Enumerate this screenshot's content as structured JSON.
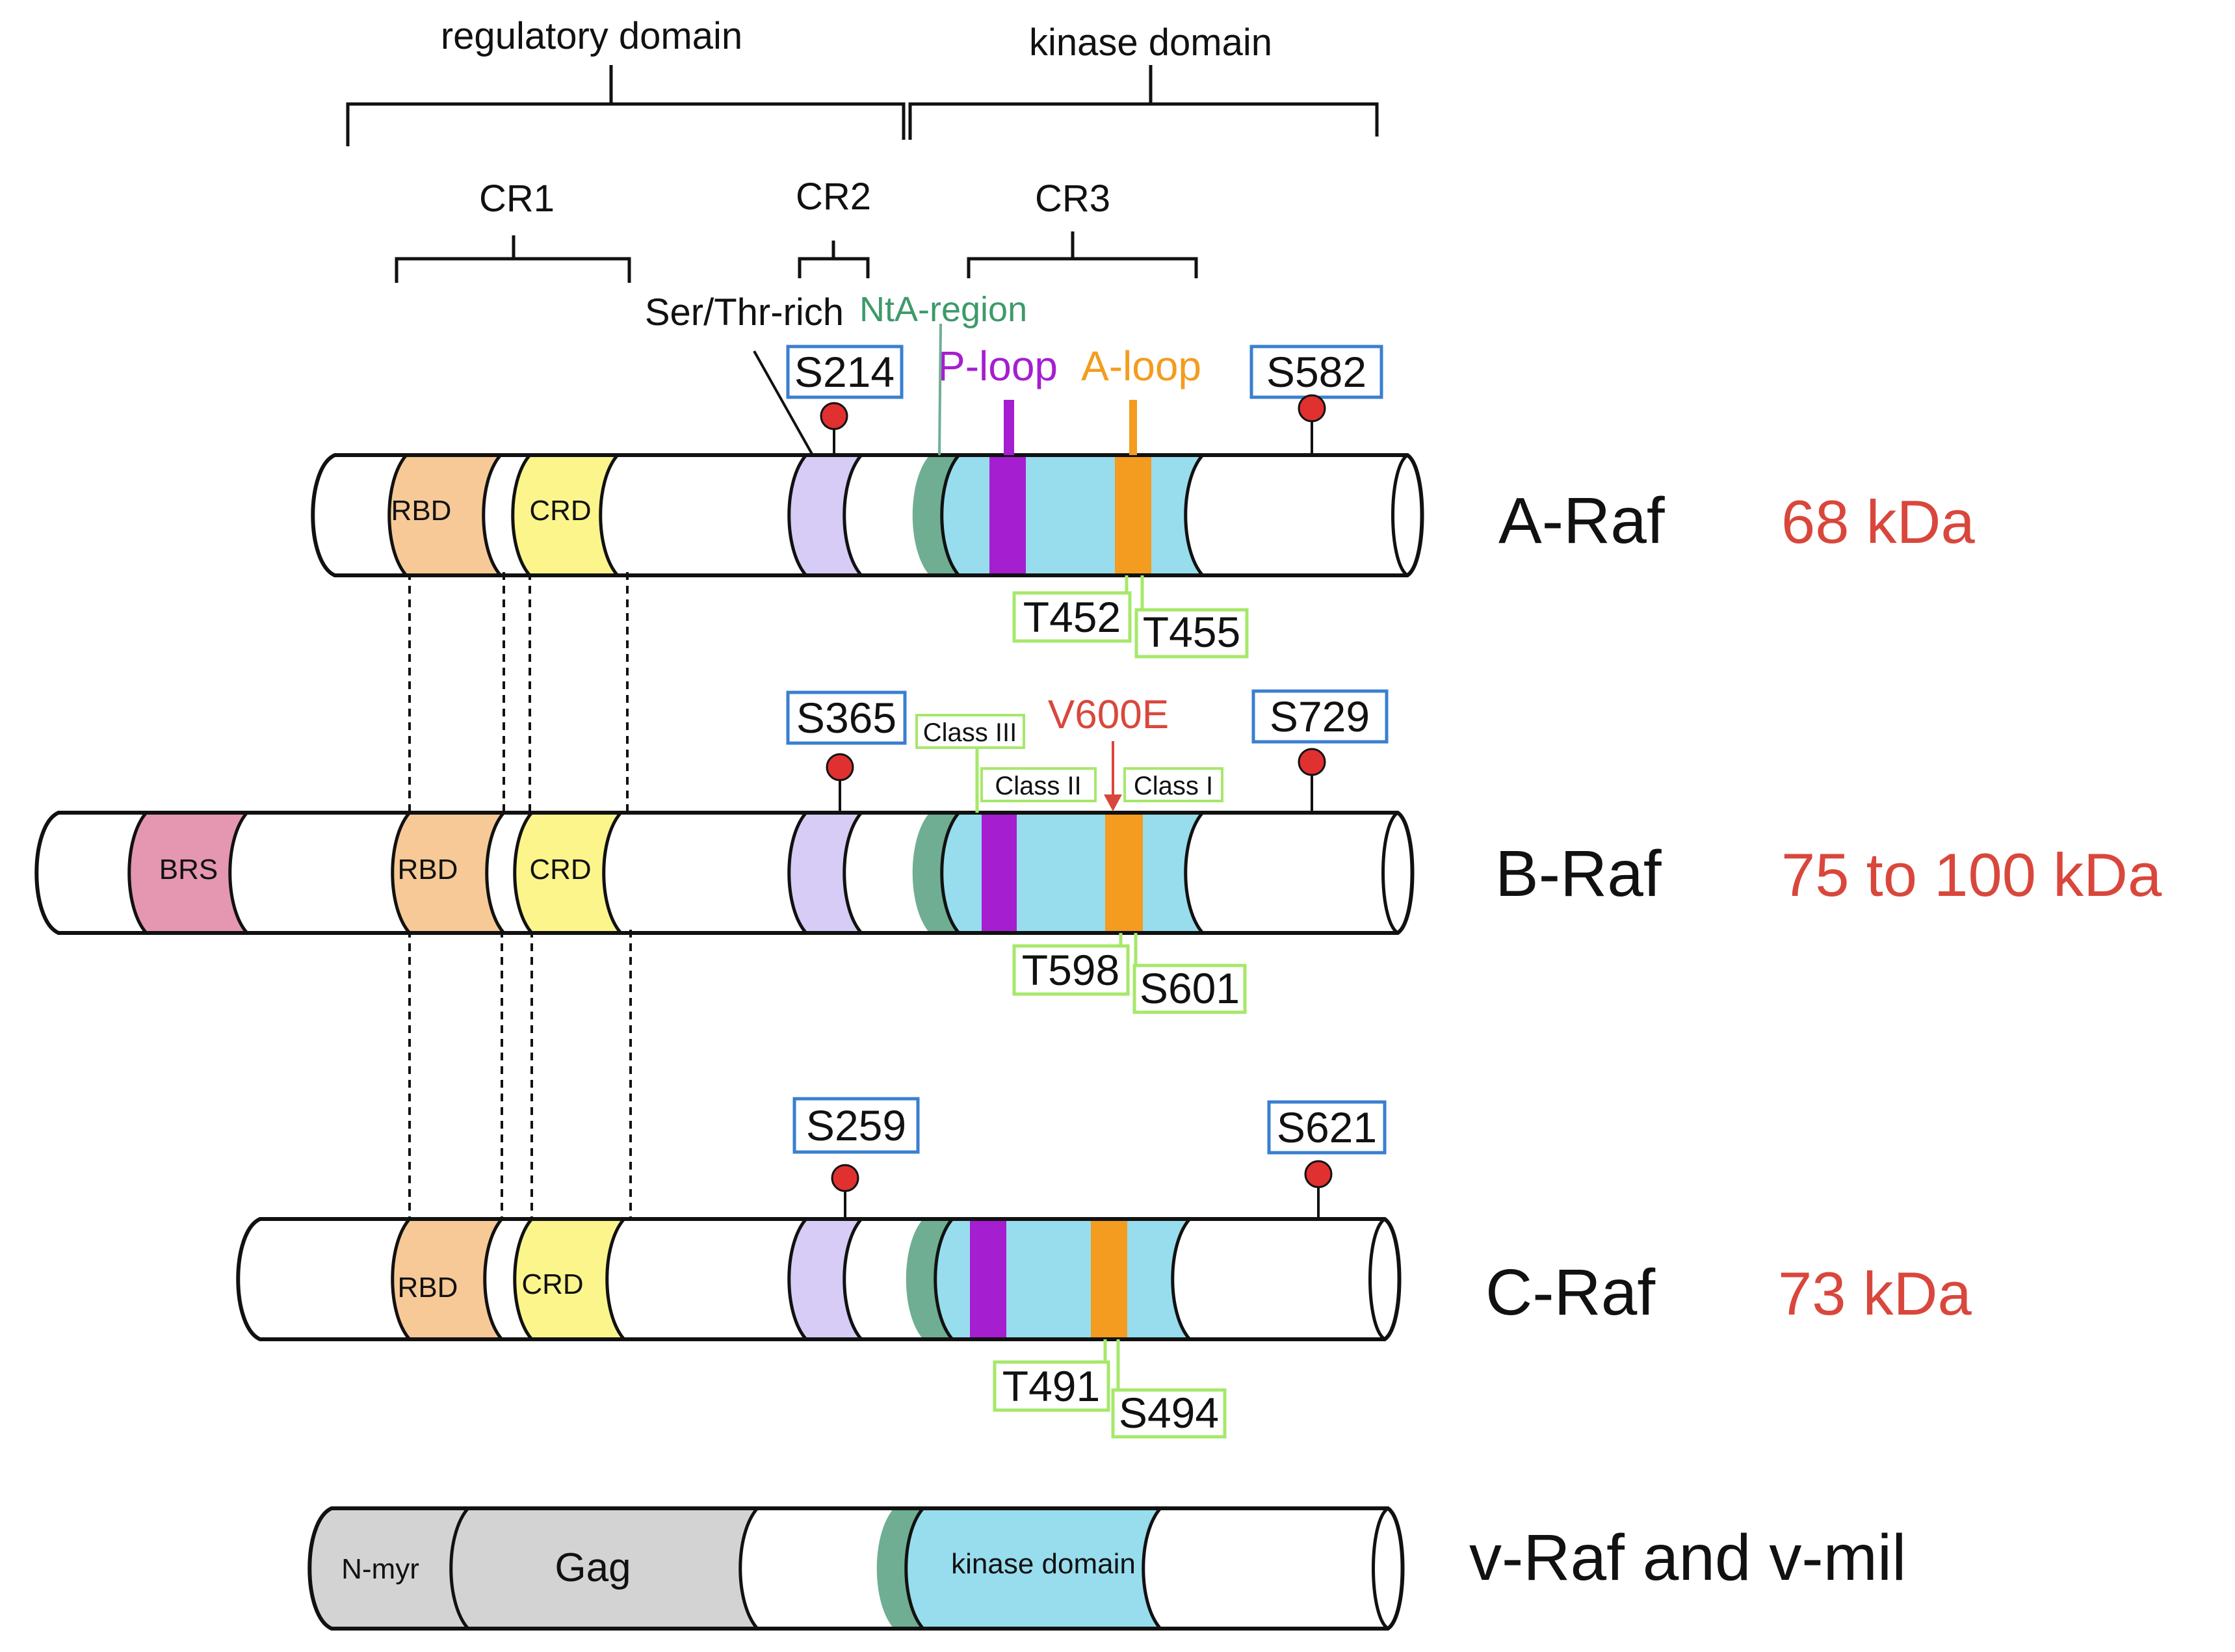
{
  "header": {
    "regulatory_domain": "regulatory domain",
    "kinase_domain": "kinase domain",
    "cr1": "CR1",
    "cr2": "CR2",
    "cr3": "CR3",
    "ser_thr_rich": "Ser/Thr-rich",
    "nta_region": "NtA-region",
    "p_loop": "P-loop",
    "a_loop": "A-loop"
  },
  "domains": {
    "rbd": "RBD",
    "crd": "CRD",
    "brs": "BRS",
    "n_myr": "N-myr",
    "gag": "Gag",
    "kinase": "kinase domain"
  },
  "proteins": [
    {
      "name": "A-Raf",
      "mass": "68 kDa",
      "site_reg": "S214",
      "site_c": "S582",
      "site_t": "T452",
      "site_s": "T455"
    },
    {
      "name": "B-Raf",
      "mass": "75 to 100 kDa",
      "site_reg": "S365",
      "site_c": "S729",
      "site_t": "T598",
      "site_s": "S601"
    },
    {
      "name": "C-Raf",
      "mass": "73 kDa",
      "site_reg": "S259",
      "site_c": "S621",
      "site_t": "T491",
      "site_s": "S494"
    },
    {
      "name": "v-Raf and v-mil"
    }
  ],
  "braf_mutations": {
    "class_iii": "Class III",
    "class_ii": "Class II",
    "class_i": "Class I",
    "v600e": "V600E"
  },
  "colors": {
    "rbd": "#f6c996",
    "crd": "#fbf58c",
    "brs": "#e596b0",
    "ser_thr": "#d6ccf6",
    "nta": "#6fae93",
    "kinase": "#97dded",
    "p_loop": "#a51ed0",
    "a_loop": "#f39c1f",
    "gag": "#d3d3d3",
    "site_box_blue": "#3a7fd0",
    "site_box_green": "#a6e86a",
    "mass_text": "#d9473c",
    "phospho": "#e03030"
  }
}
